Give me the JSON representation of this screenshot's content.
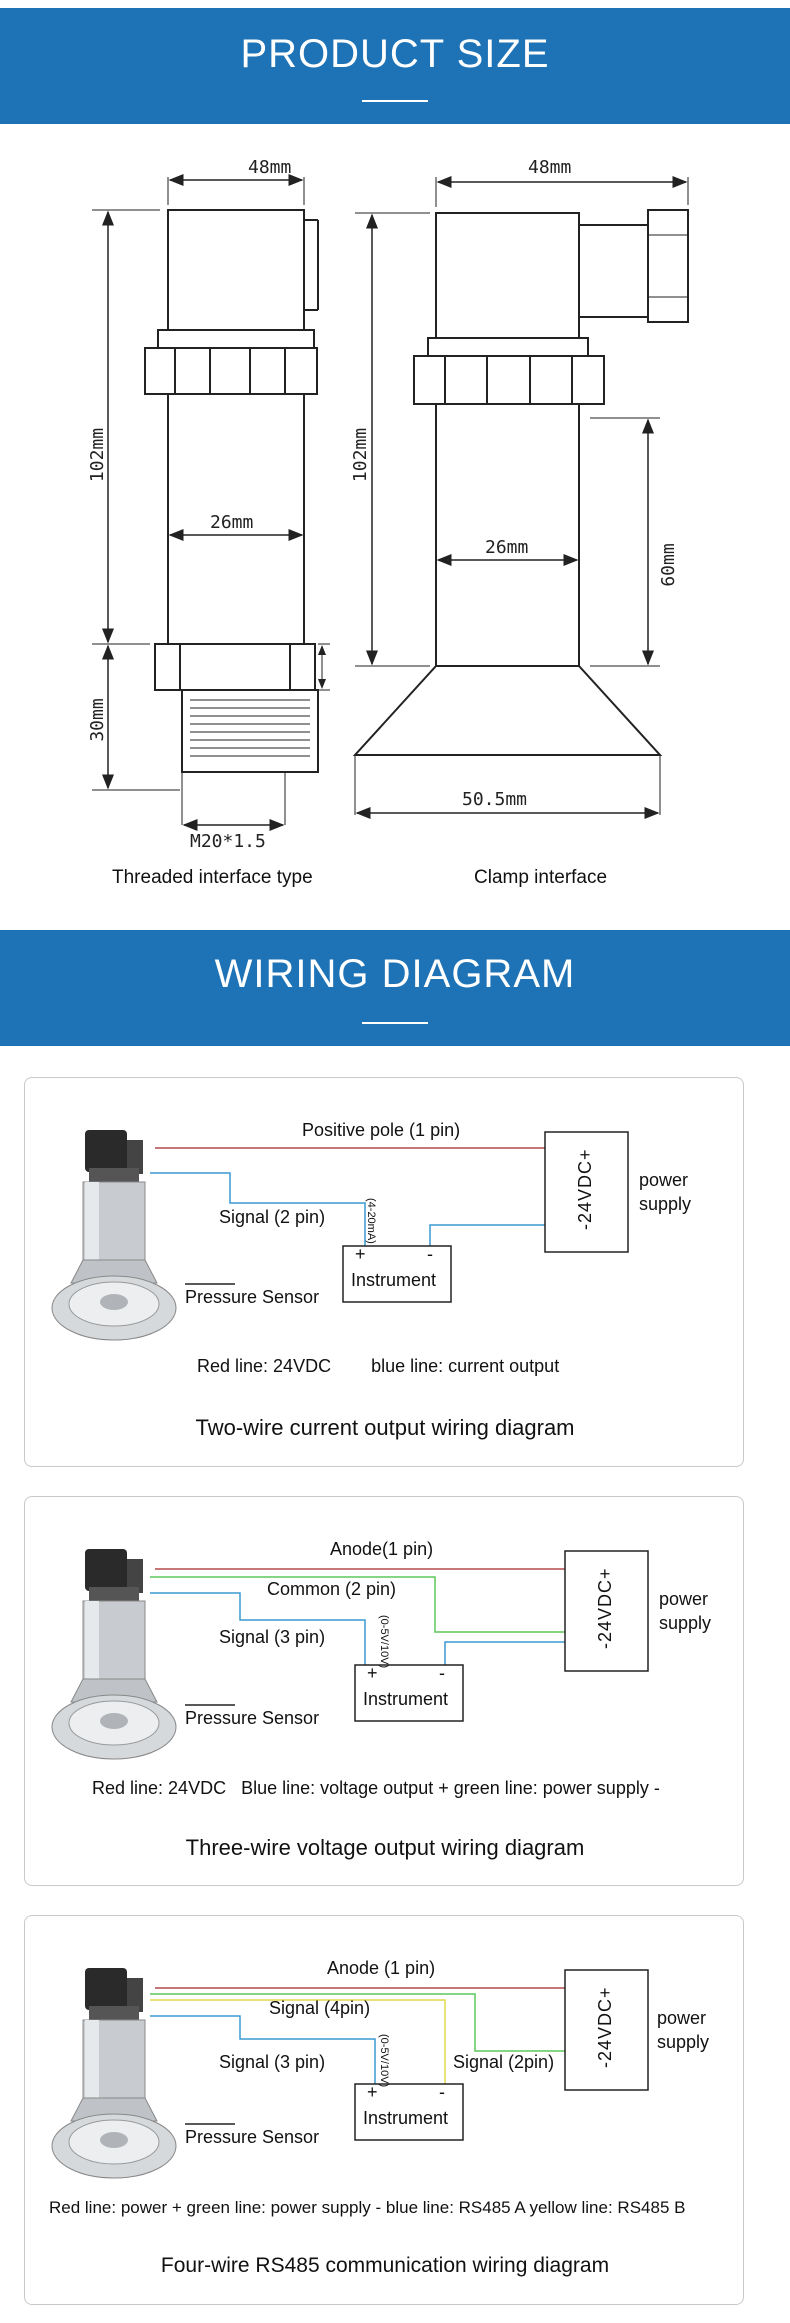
{
  "product_size": {
    "title": "PRODUCT SIZE",
    "threaded": {
      "width_top": "48mm",
      "height_total": "102mm",
      "body_width": "26mm",
      "thread_height": "30mm",
      "thread_spec": "M20*1.5",
      "caption": "Threaded interface type"
    },
    "clamp": {
      "width_top": "48mm",
      "height_total": "102mm",
      "body_width": "26mm",
      "lower_height": "60mm",
      "flange_width": "50.5mm",
      "caption": "Clamp interface"
    }
  },
  "wiring": {
    "title": "WIRING DIAGRAM",
    "colors": {
      "red": "#b34a4a",
      "blue": "#3a9ad0",
      "green": "#5cc85c",
      "yellow": "#e0d84a"
    },
    "two_wire": {
      "positive": "Positive pole (1 pin)",
      "signal": "Signal  (2 pin)",
      "range": "(4-20mA)",
      "power_box": "-24VDC+",
      "power_label_1": "power",
      "power_label_2": "supply",
      "instr_plus": "+",
      "instr_minus": "-",
      "instrument": "Instrument",
      "sensor": "Pressure Sensor",
      "legend": "Red line: 24VDC        blue line: current output",
      "title": "Two-wire current output wiring diagram"
    },
    "three_wire": {
      "anode": "Anode(1 pin)",
      "common": "Common (2 pin)",
      "signal": "Signal  (3 pin)",
      "range": "(0-5V/10V)",
      "power_box": "-24VDC+",
      "power_label_1": "power",
      "power_label_2": "supply",
      "instr_plus": "+",
      "instr_minus": "-",
      "instrument": "Instrument",
      "sensor": "Pressure Sensor",
      "legend": "Red line: 24VDC   Blue line: voltage output + green line: power supply -",
      "title": "Three-wire voltage output wiring diagram"
    },
    "four_wire": {
      "anode": "Anode (1 pin)",
      "signal4": "Signal  (4pin)",
      "signal3": "Signal  (3 pin)",
      "signal2": "Signal  (2pin)",
      "range": "(0-5V/10V)",
      "power_box": "-24VDC+",
      "power_label_1": "power",
      "power_label_2": "supply",
      "instr_plus": "+",
      "instr_minus": "-",
      "instrument": "Instrument",
      "sensor": "Pressure Sensor",
      "legend": "Red line: power + green line: power supply - blue line: RS485 A yellow line: RS485 B",
      "title": "Four-wire RS485 communication  wiring diagram"
    }
  }
}
